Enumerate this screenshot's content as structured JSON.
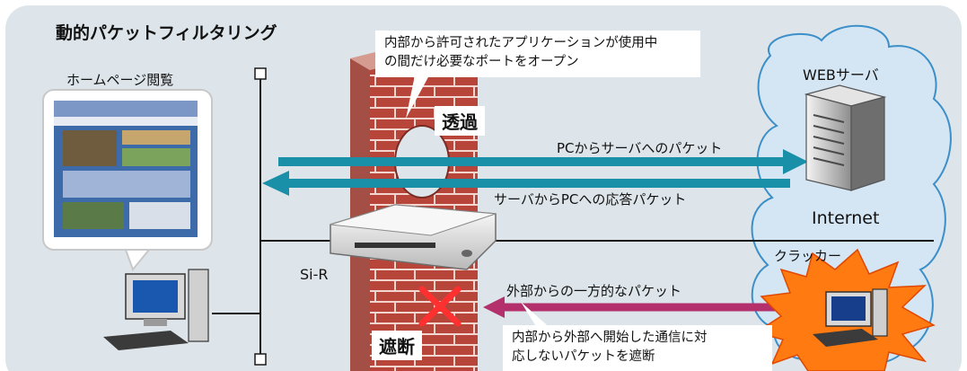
{
  "title": "動的パケットフィルタリング",
  "labels": {
    "homepage": "ホームページ閲覧",
    "web_server": "WEBサーバ",
    "internet": "Internet",
    "cracker": "クラッカー",
    "router": "Si-R",
    "pass": "透過",
    "block": "遮断"
  },
  "callouts": {
    "top_line1": "内部から許可されたアプリケーションが使用中",
    "top_line2": "の間だけ必要なポートをオープン",
    "bottom_line1": "内部から外部へ開始した通信に対",
    "bottom_line2": "応しないパケットを遮断"
  },
  "arrows": {
    "pc_to_server": "PCからサーバへのパケット",
    "server_to_pc": "サーバからPCへの応答パケット",
    "external": "外部からの一方的なパケット"
  },
  "colors": {
    "panel": "#dde5ea",
    "brick": "#b8453a",
    "arrow": "#1a8fa8",
    "attack_arrow": "#b4306c",
    "cloud": "#d4e6f4",
    "burst": "#ff7a10"
  }
}
